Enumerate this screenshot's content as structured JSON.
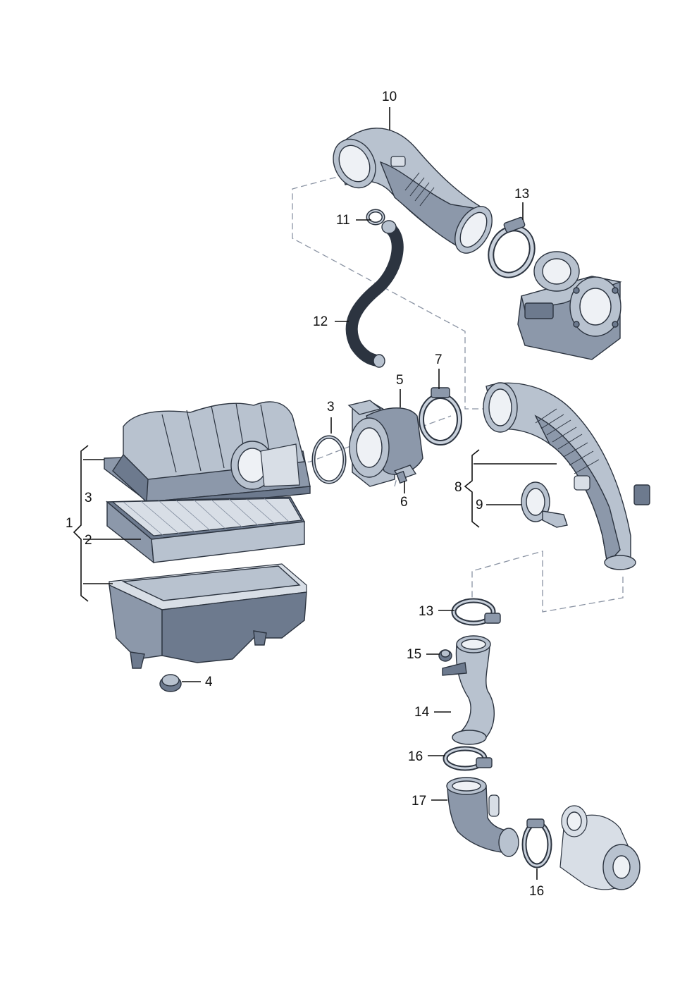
{
  "labels": {
    "l1": "1",
    "l2": "2",
    "l3a": "3",
    "l3b": "3",
    "l4": "4",
    "l5": "5",
    "l6": "6",
    "l7": "7",
    "l8": "8",
    "l9": "9",
    "l10": "10",
    "l11": "11",
    "l12": "12",
    "l13a": "13",
    "l13b": "13",
    "l14": "14",
    "l15": "15",
    "l16a": "16",
    "l16b": "16",
    "l17": "17"
  }
}
